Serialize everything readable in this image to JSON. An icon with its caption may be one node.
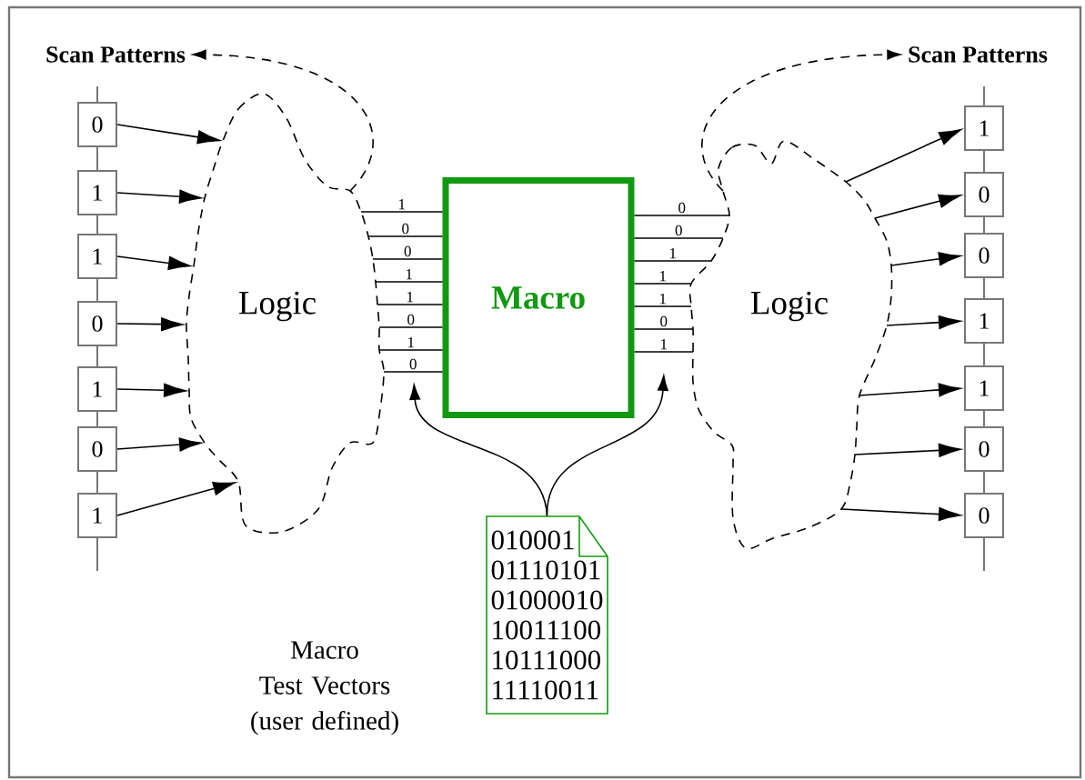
{
  "diagram": {
    "nodes": [
      {
        "text": [
          "Scan Patterns"
        ]
      },
      {
        "text": [
          "Scan Patterns"
        ]
      },
      {
        "text": [
          "Logic"
        ]
      },
      {
        "text": [
          "Logic"
        ]
      },
      {
        "text": [
          "Macro"
        ]
      },
      {
        "text": [
          "0"
        ]
      },
      {
        "text": [
          "1"
        ]
      },
      {
        "text": [
          "1"
        ]
      },
      {
        "text": [
          "0"
        ]
      },
      {
        "text": [
          "1"
        ]
      },
      {
        "text": [
          "0"
        ]
      },
      {
        "text": [
          "1"
        ]
      },
      {
        "text": [
          "1"
        ]
      },
      {
        "text": [
          "0"
        ]
      },
      {
        "text": [
          "0"
        ]
      },
      {
        "text": [
          "1"
        ]
      },
      {
        "text": [
          "1"
        ]
      },
      {
        "text": [
          "0"
        ]
      },
      {
        "text": [
          "0"
        ]
      },
      {
        "text": [
          "010001",
          "01110101",
          "01000010",
          "10011100",
          "10111000",
          "11110011"
        ]
      }
    ],
    "edges": [
      {
        "from": 5,
        "to": 2,
        "arrow": "to"
      },
      {
        "from": 6,
        "to": 2,
        "arrow": "to"
      },
      {
        "from": 7,
        "to": 2,
        "arrow": "to"
      },
      {
        "from": 8,
        "to": 2,
        "arrow": "to"
      },
      {
        "from": 9,
        "to": 2,
        "arrow": "to"
      },
      {
        "from": 10,
        "to": 2,
        "arrow": "to"
      },
      {
        "from": 11,
        "to": 2,
        "arrow": "to"
      },
      {
        "from": 3,
        "to": 12,
        "arrow": "to"
      },
      {
        "from": 3,
        "to": 13,
        "arrow": "to"
      },
      {
        "from": 3,
        "to": 14,
        "arrow": "to"
      },
      {
        "from": 3,
        "to": 15,
        "arrow": "to"
      },
      {
        "from": 3,
        "to": 16,
        "arrow": "to"
      },
      {
        "from": 3,
        "to": 17,
        "arrow": "to"
      },
      {
        "from": 3,
        "to": 18,
        "arrow": "to"
      },
      {
        "from": 5,
        "to": 6,
        "arrow": "none",
        "color": "#777777"
      },
      {
        "from": 6,
        "to": 7,
        "arrow": "none",
        "color": "#777777"
      },
      {
        "from": 7,
        "to": 8,
        "arrow": "none",
        "color": "#777777"
      },
      {
        "from": 8,
        "to": 9,
        "arrow": "none",
        "color": "#777777"
      },
      {
        "from": 9,
        "to": 10,
        "arrow": "none",
        "color": "#777777"
      },
      {
        "from": 10,
        "to": 11,
        "arrow": "none",
        "color": "#777777"
      },
      {
        "from": 12,
        "to": 13,
        "arrow": "none",
        "color": "#777777"
      },
      {
        "from": 13,
        "to": 14,
        "arrow": "none",
        "color": "#777777"
      },
      {
        "from": 14,
        "to": 15,
        "arrow": "none",
        "color": "#777777"
      },
      {
        "from": 15,
        "to": 16,
        "arrow": "none",
        "color": "#777777"
      },
      {
        "from": 16,
        "to": 17,
        "arrow": "none",
        "color": "#777777"
      },
      {
        "from": 17,
        "to": 18,
        "arrow": "none",
        "color": "#777777"
      },
      {
        "from": 2,
        "to": 0,
        "arrow": "to",
        "style": "dashed"
      },
      {
        "from": 3,
        "to": 1,
        "arrow": "to",
        "style": "dashed"
      },
      {
        "from": 19,
        "to": null,
        "arrow": "to"
      },
      {
        "from": 19,
        "to": null,
        "arrow": "to"
      },
      {
        "from": 2,
        "to": 4,
        "arrow": "none",
        "label": "1"
      },
      {
        "from": 2,
        "to": 4,
        "arrow": "none",
        "label": "0"
      },
      {
        "from": 2,
        "to": 4,
        "arrow": "none",
        "label": "0"
      },
      {
        "from": 2,
        "to": 4,
        "arrow": "none",
        "label": "1"
      },
      {
        "from": 2,
        "to": 4,
        "arrow": "none",
        "label": "1"
      },
      {
        "from": 2,
        "to": 4,
        "arrow": "none",
        "label": "0"
      },
      {
        "from": 2,
        "to": 4,
        "arrow": "none",
        "label": "1"
      },
      {
        "from": 2,
        "to": 4,
        "arrow": "none",
        "label": "0"
      },
      {
        "from": 4,
        "to": 3,
        "arrow": "none",
        "label": "0"
      },
      {
        "from": 4,
        "to": 3,
        "arrow": "none",
        "label": "0"
      },
      {
        "from": 4,
        "to": 3,
        "arrow": "none",
        "label": "1"
      },
      {
        "from": 4,
        "to": 3,
        "arrow": "none",
        "label": "1"
      },
      {
        "from": 4,
        "to": 3,
        "arrow": "none",
        "label": "1"
      },
      {
        "from": 4,
        "to": 3,
        "arrow": "none",
        "label": "0"
      },
      {
        "from": 4,
        "to": 3,
        "arrow": "none",
        "label": "1"
      }
    ],
    "labels": [
      "Macro Test Vectors (user defined)"
    ]
  }
}
